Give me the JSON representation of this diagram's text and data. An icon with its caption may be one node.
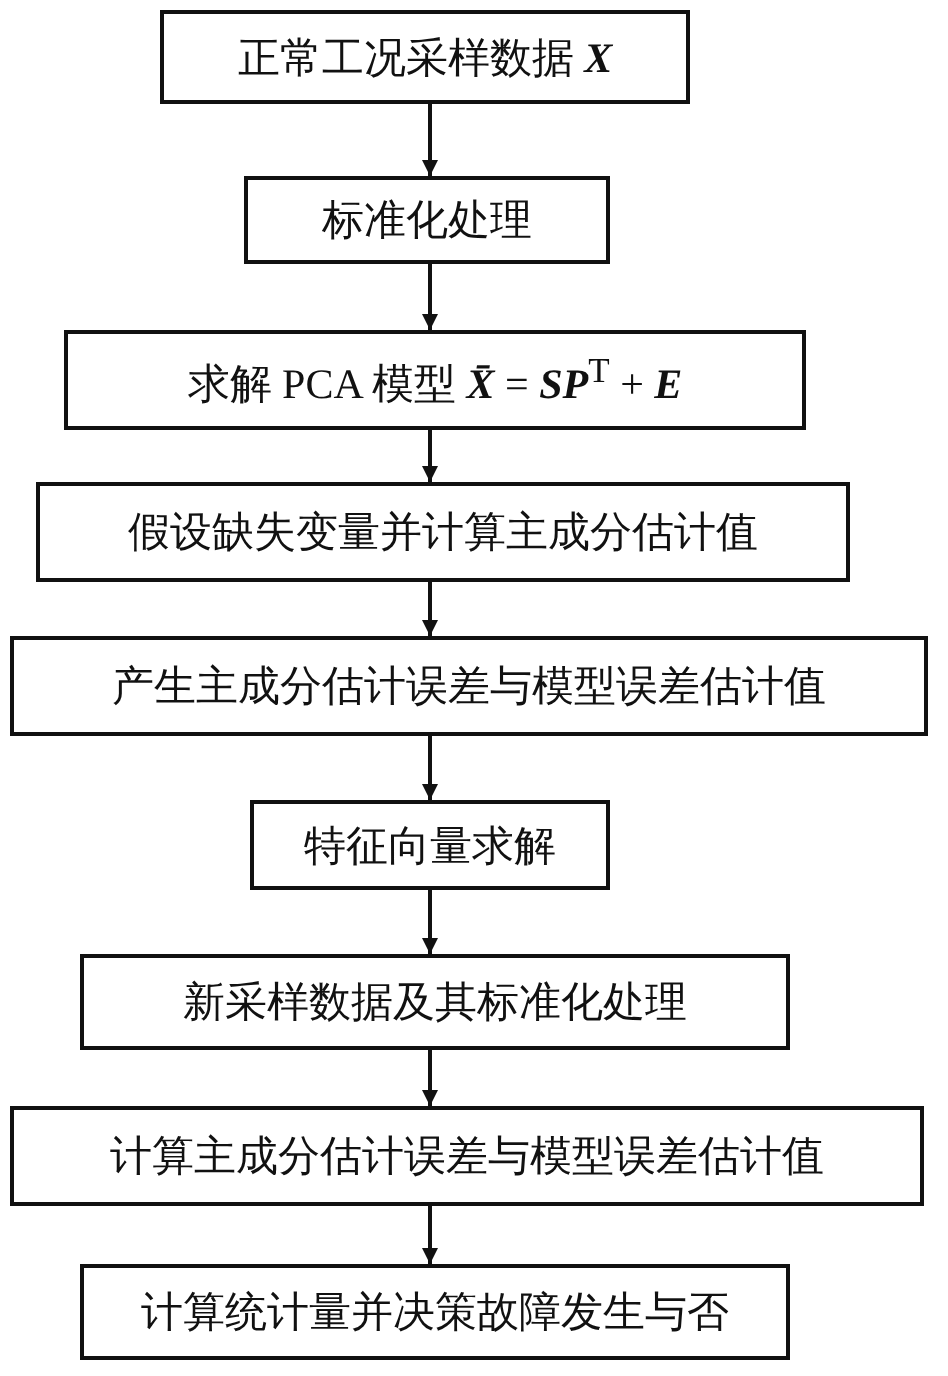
{
  "diagram": {
    "nodes": [
      {
        "text": [
          "正常工况采样数据 **X**"
        ]
      },
      {
        "text": [
          "标准化处理"
        ]
      },
      {
        "text": [
          "求解 PCA 模型 **X̄** = **SP**$^{T}$ + **E**"
        ]
      },
      {
        "text": [
          "假设缺失变量并计算主成分估计值"
        ]
      },
      {
        "text": [
          "产生主成分估计误差与模型误差估计值"
        ]
      },
      {
        "text": [
          "特征向量求解"
        ]
      },
      {
        "text": [
          "新采样数据及其标准化处理"
        ]
      },
      {
        "text": [
          "计算主成分估计误差与模型误差估计值"
        ]
      },
      {
        "text": [
          "计算统计量并决策故障发生与否"
        ]
      }
    ],
    "edges": [
      {
        "from": 0,
        "to": 1,
        "arrow": "to"
      },
      {
        "from": 1,
        "to": 2,
        "arrow": "to"
      },
      {
        "from": 2,
        "to": 3,
        "arrow": "to"
      },
      {
        "from": 3,
        "to": 4,
        "arrow": "to"
      },
      {
        "from": 4,
        "to": 5,
        "arrow": "to"
      },
      {
        "from": 5,
        "to": 6,
        "arrow": "to"
      },
      {
        "from": 6,
        "to": 7,
        "arrow": "to"
      },
      {
        "from": 7,
        "to": 8,
        "arrow": "to"
      }
    ]
  }
}
